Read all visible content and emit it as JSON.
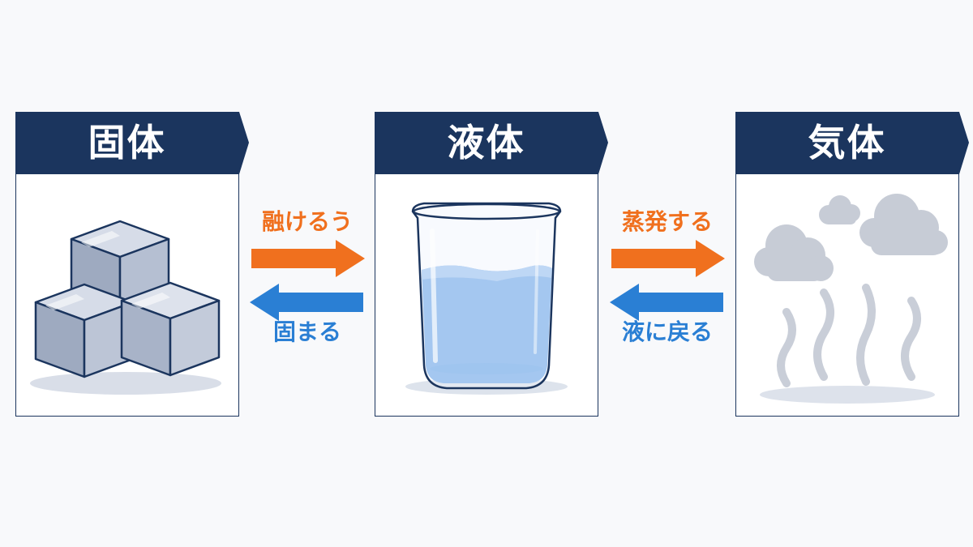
{
  "states": {
    "solid": {
      "title": "固体"
    },
    "liquid": {
      "title": "液体"
    },
    "gas": {
      "title": "気体"
    }
  },
  "transitions": {
    "solid_liquid": {
      "forward": "融けるう",
      "backward": "固まる"
    },
    "liquid_gas": {
      "forward": "蒸発する",
      "backward": "液に戻る"
    }
  },
  "colors": {
    "header": "#1b355e",
    "forward_arrow": "#f0701e",
    "backward_arrow": "#2a7fd4",
    "ice": "#b8c2d4",
    "water": "#7fb1ea",
    "vapor": "#c7ccd6"
  },
  "icons": {
    "solid": "ice-cubes",
    "liquid": "beaker-with-water",
    "gas": "steam-clouds"
  }
}
